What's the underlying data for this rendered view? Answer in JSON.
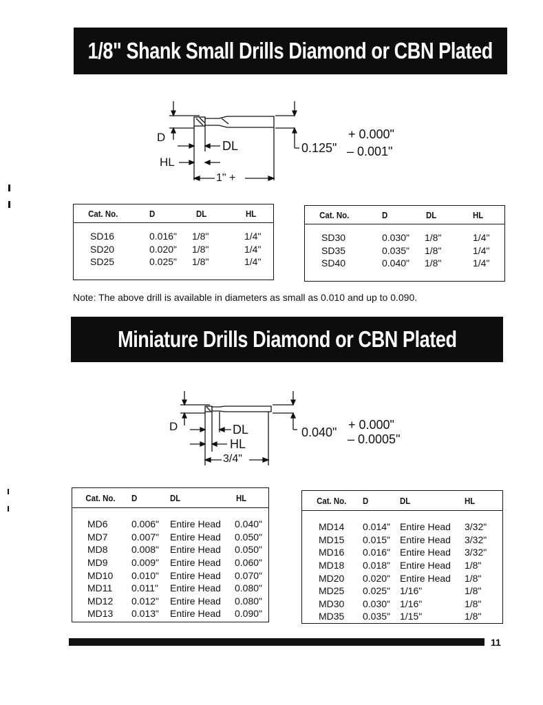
{
  "section1": {
    "title": "1/8\" Shank Small Drills Diamond or CBN Plated",
    "diagram": {
      "d_label": "D",
      "dl_label": "DL",
      "hl_label": "HL",
      "length_label": "1\" +",
      "diameter": "0.125\"",
      "tol_plus": "+ 0.000\"",
      "tol_minus": "– 0.001\""
    },
    "table_left": {
      "headers": [
        "Cat. No.",
        "D",
        "DL",
        "HL"
      ],
      "rows": [
        [
          "SD16",
          "0.016\"",
          "1/8\"",
          "1/4\""
        ],
        [
          "SD20",
          "0.020\"",
          "1/8\"",
          "1/4\""
        ],
        [
          "SD25",
          "0.025\"",
          "1/8\"",
          "1/4\""
        ]
      ]
    },
    "table_right": {
      "headers": [
        "Cat. No.",
        "D",
        "DL",
        "HL"
      ],
      "rows": [
        [
          "SD30",
          "0.030\"",
          "1/8\"",
          "1/4\""
        ],
        [
          "SD35",
          "0.035\"",
          "1/8\"",
          "1/4\""
        ],
        [
          "SD40",
          "0.040\"",
          "1/8\"",
          "1/4\""
        ]
      ]
    },
    "note": "Note: The above drill is available in diameters as small as 0.010 and up to 0.090."
  },
  "section2": {
    "title": "Miniature Drills Diamond or CBN Plated",
    "diagram": {
      "d_label": "D",
      "dl_label": "DL",
      "hl_label": "HL",
      "length_label": "3/4\"",
      "diameter": "0.040\"",
      "tol_plus": "+ 0.000\"",
      "tol_minus": "– 0.0005\""
    },
    "table_left": {
      "headers": [
        "Cat. No.",
        "D",
        "DL",
        "HL"
      ],
      "rows": [
        [
          "MD6",
          "0.006\"",
          "Entire Head",
          "0.040\""
        ],
        [
          "MD7",
          "0.007\"",
          "Entire Head",
          "0.050\""
        ],
        [
          "MD8",
          "0.008\"",
          "Entire Head",
          "0.050\""
        ],
        [
          "MD9",
          "0.009\"",
          "Entire Head",
          "0.060\""
        ],
        [
          "MD10",
          "0.010\"",
          "Entire Head",
          "0.070\""
        ],
        [
          "MD11",
          "0.011\"",
          "Entire Head",
          "0.080\""
        ],
        [
          "MD12",
          "0.012\"",
          "Entire Head",
          "0.080\""
        ],
        [
          "MD13",
          "0.013\"",
          "Entire Head",
          "0.090\""
        ]
      ]
    },
    "table_right": {
      "headers": [
        "Cat. No.",
        "D",
        "DL",
        "HL"
      ],
      "rows": [
        [
          "MD14",
          "0.014\"",
          "Entire Head",
          "3/32\""
        ],
        [
          "MD15",
          "0.015\"",
          "Entire Head",
          "3/32\""
        ],
        [
          "MD16",
          "0.016\"",
          "Entire Head",
          "3/32\""
        ],
        [
          "MD18",
          "0.018\"",
          "Entire Head",
          "1/8\""
        ],
        [
          "MD20",
          "0.020\"",
          "Entire Head",
          "1/8\""
        ],
        [
          "MD25",
          "0.025\"",
          "1/16\"",
          "1/8\""
        ],
        [
          "MD30",
          "0.030\"",
          "1/16\"",
          "1/8\""
        ],
        [
          "MD35",
          "0.035\"",
          "1/15\"",
          "1/8\""
        ]
      ]
    }
  },
  "footer": {
    "page_number": "11"
  }
}
